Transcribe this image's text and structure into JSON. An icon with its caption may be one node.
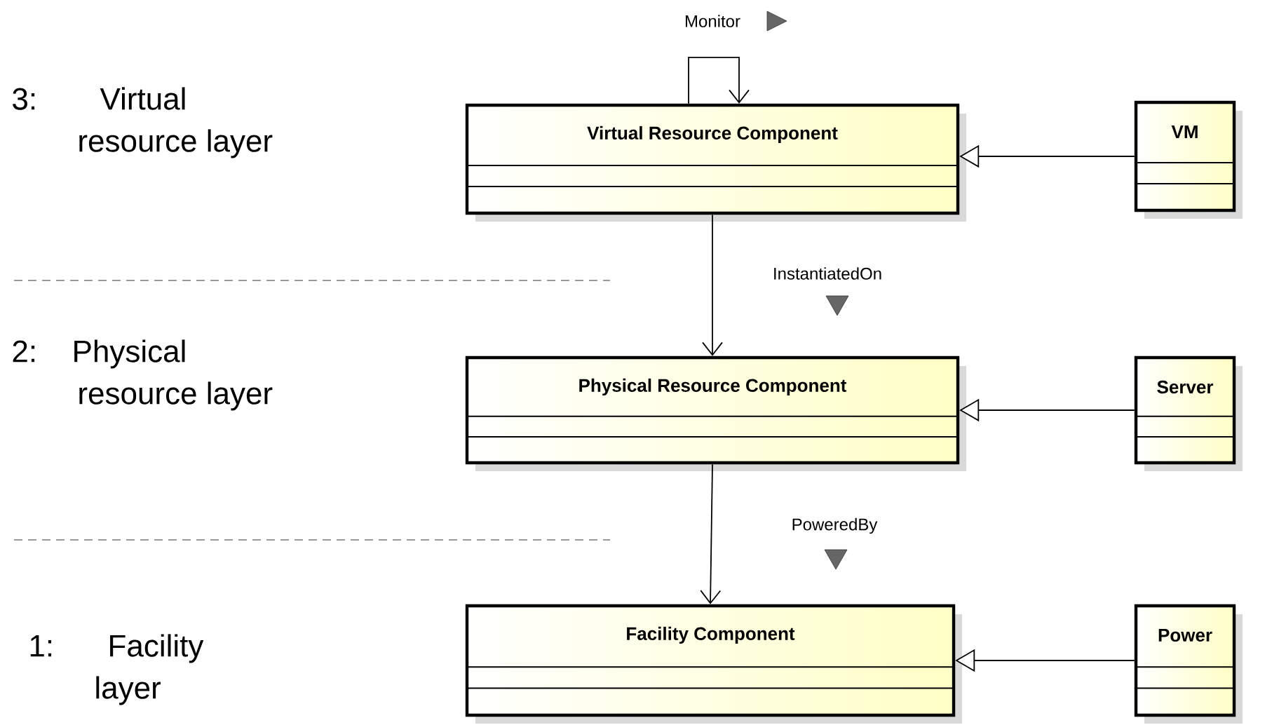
{
  "diagram": {
    "nodes": [
      {
        "text": [
          "Virtual Resource Component"
        ]
      },
      {
        "text": [
          "VM"
        ]
      },
      {
        "text": [
          "Physical Resource Component"
        ]
      },
      {
        "text": [
          "Server"
        ]
      },
      {
        "text": [
          "Facility Component"
        ]
      },
      {
        "text": [
          "Power"
        ]
      }
    ],
    "edges": [
      {
        "from": 0,
        "to": 0,
        "arrow": "to",
        "label": "Monitor"
      },
      {
        "from": 1,
        "to": 0,
        "arrow": "to"
      },
      {
        "from": 0,
        "to": 2,
        "arrow": "to",
        "label": "InstantiatedOn"
      },
      {
        "from": 3,
        "to": 2,
        "arrow": "to"
      },
      {
        "from": 2,
        "to": 4,
        "arrow": "to",
        "label": "PoweredBy"
      },
      {
        "from": 5,
        "to": 4,
        "arrow": "to"
      }
    ],
    "labels": [
      "3: Virtual resource layer",
      "2: Physical resource layer",
      "1: Facility layer"
    ]
  }
}
